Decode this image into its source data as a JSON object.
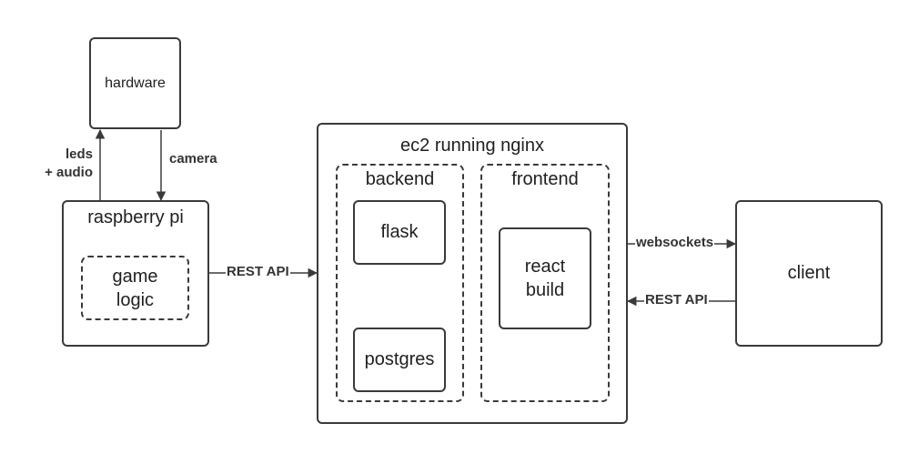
{
  "nodes": {
    "hardware": "hardware",
    "raspberry_pi": "raspberry pi",
    "game_logic_line1": "game",
    "game_logic_line2": "logic",
    "ec2": "ec2 running nginx",
    "backend": "backend",
    "frontend": "frontend",
    "flask": "flask",
    "postgres": "postgres",
    "react_line1": "react",
    "react_line2": "build",
    "client": "client"
  },
  "edges": {
    "leds_line1": "leds",
    "leds_line2": "+ audio",
    "camera": "camera",
    "rest_api_pi": "REST API",
    "websockets": "websockets",
    "rest_api_client": "REST API"
  }
}
